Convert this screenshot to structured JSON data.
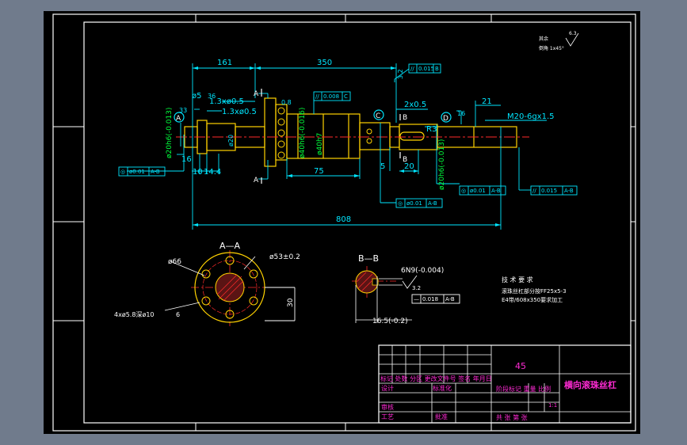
{
  "colors": {
    "background": "#707b8c",
    "canvas": "#000000",
    "frame": "#ffffff",
    "part": "#ffd200",
    "dimension": "#00e6ff",
    "callout": "#00ff3c",
    "center_line": "#ff2a2a",
    "title_text": "#ff2ad4",
    "hatch": "#ff2a2a"
  },
  "dimensions": {
    "d161": "161",
    "d350": "350",
    "d808": "808",
    "d75": "75",
    "d5": "5",
    "d20": "20",
    "d10": "10",
    "d14_4": "14.4",
    "d21": "21",
    "d16": "16",
    "d2x05": "2x0.5",
    "d13x05": "1.3xø0.5",
    "d13x05b": "1.3xø0.5",
    "dphi5": "ø5",
    "dr3": "R3",
    "thread": "M20-6gx1.5",
    "dia20h6_left": "ø20h6(-0.013)",
    "dia20h6_right": "ø20h6(-0.013)",
    "dia40h6": "ø40h6(-0.016)",
    "dia40h7": "ø40h7",
    "dia20": "ø20",
    "d33": "33",
    "d36": "36",
    "d08": "0.8",
    "d16b": "16",
    "d32": "3.2"
  },
  "labels": {
    "A_left": "A",
    "C_mid": "C",
    "D_right": "D",
    "B_top": "B",
    "B_bot": "B",
    "A_top_sec": "A",
    "A_bot_sec": "A",
    "sec_AA": "A—A",
    "sec_BB": "B—B"
  },
  "tolerance_frames": {
    "top_right": [
      "//",
      "0.015",
      "B"
    ],
    "mid": [
      "//",
      "0.008",
      "C"
    ],
    "left_bottom": [
      "◎",
      "ø0.01",
      "A-B"
    ],
    "center_bottom": [
      "◎",
      "ø0.01",
      "A-B"
    ],
    "right_a": [
      "◎",
      "ø0.01",
      "A-B"
    ],
    "right_b": [
      "//",
      "0.015",
      "A-B"
    ],
    "section_b": [
      "—",
      "0.018",
      "A-B"
    ]
  },
  "section_aa": {
    "d66": "ø66",
    "d53": "ø53±0.2",
    "d30": "30",
    "holes": "4xø5.8深ø10",
    "d6": "6"
  },
  "section_bb": {
    "key": "6N9(-0.004)",
    "depth": "16.5(-0.2)",
    "rough": "3.2"
  },
  "notes": {
    "rough_label": "其余",
    "rough_value": "6.3",
    "chamfer": "倒角 1x45°",
    "tech_title": "技 术 要 求",
    "tech_line1": "滚珠丝杠部分按FF25x5-3",
    "tech_line2": "E4带/608x350要求加工"
  },
  "title_block": {
    "material": "45",
    "name": "横向滚珠丝杠",
    "row_change": "标记 处数 分区 更改文件号 签名 年月日",
    "design": "设计",
    "standard": "标准化",
    "stage": "阶段标记 重量 比例",
    "scale": "1:1",
    "review": "审核",
    "process": "工艺",
    "approve": "批准",
    "sheets": "共  张 第  张"
  }
}
